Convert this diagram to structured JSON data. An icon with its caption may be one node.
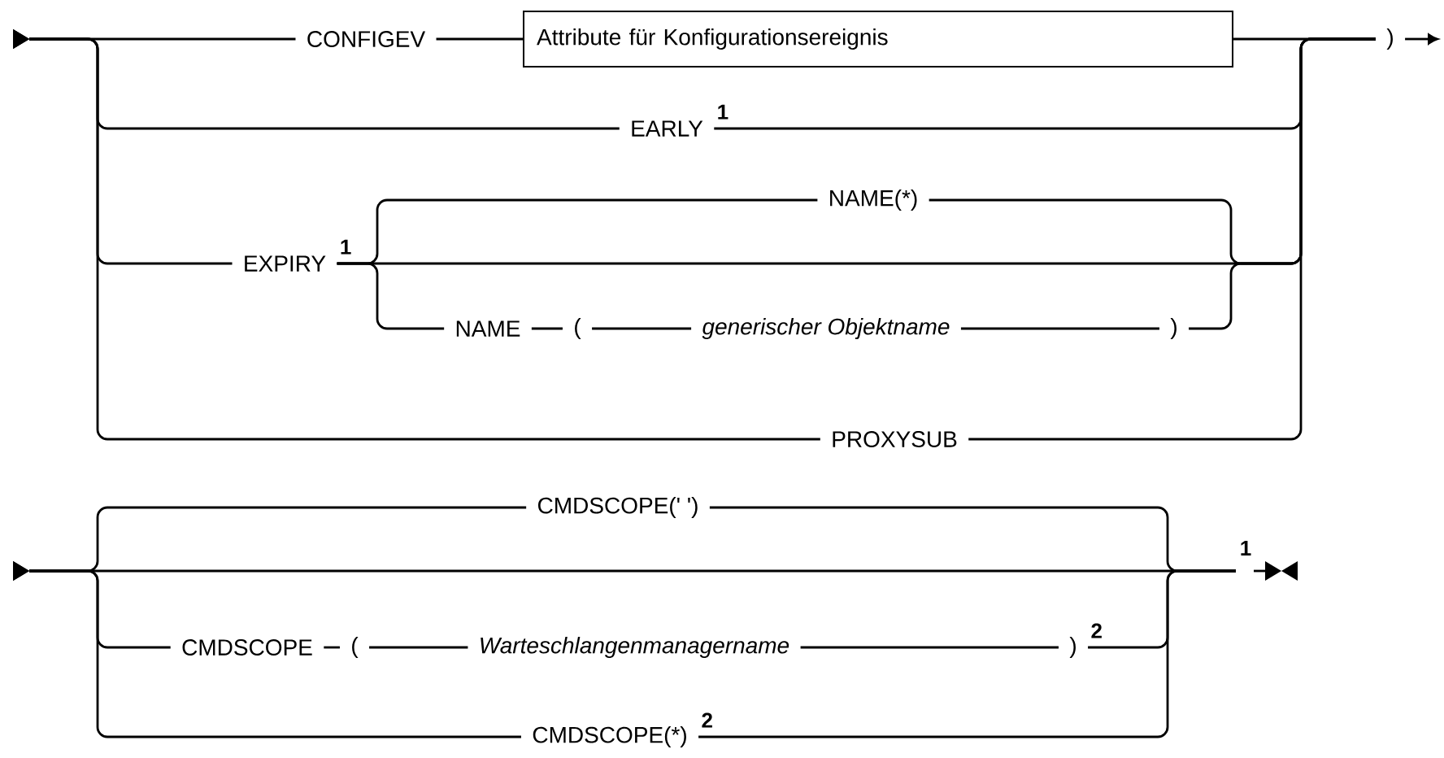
{
  "diagram": {
    "nodes": [
      {
        "text": [
          "CONFIGEV"
        ]
      },
      {
        "text": [
          "Attribute für Konfigurationsereignis"
        ]
      },
      {
        "text": [
          "EARLY"
        ],
        "beside": [
          "1"
        ]
      },
      {
        "text": [
          "EXPIRY"
        ],
        "beside": [
          "1"
        ]
      },
      {
        "text": [
          "NAME(*)"
        ]
      },
      {
        "text": [
          "NAME"
        ]
      },
      {
        "text": [
          "("
        ]
      },
      {
        "text": [
          "generischer Objektname"
        ]
      },
      {
        "text": [
          ")"
        ]
      },
      {
        "text": [
          "PROXYSUB"
        ]
      },
      {
        "text": [
          ")"
        ]
      },
      {
        "text": [
          "CMDSCOPE(' ')"
        ]
      },
      {
        "text": [
          "CMDSCOPE"
        ]
      },
      {
        "text": [
          "("
        ]
      },
      {
        "text": [
          "Warteschlangenmanagername"
        ]
      },
      {
        "text": [
          ")"
        ],
        "beside": [
          "2"
        ]
      },
      {
        "text": [
          "CMDSCOPE(*)"
        ],
        "beside": [
          "2"
        ]
      }
    ],
    "edges": [
      {
        "from": 0,
        "to": 1,
        "arrow": "none"
      },
      {
        "from": 5,
        "to": 6,
        "arrow": "none"
      },
      {
        "from": 6,
        "to": 7,
        "arrow": "none"
      },
      {
        "from": 7,
        "to": 8,
        "arrow": "none"
      },
      {
        "from": 12,
        "to": 13,
        "arrow": "none"
      },
      {
        "from": 13,
        "to": 14,
        "arrow": "none"
      },
      {
        "from": 14,
        "to": 15,
        "arrow": "none"
      },
      {
        "from": null,
        "to": 0,
        "arrow": "to"
      },
      {
        "from": null,
        "to": 2,
        "arrow": "to"
      },
      {
        "from": null,
        "to": 3,
        "arrow": "to"
      },
      {
        "from": null,
        "to": 9,
        "arrow": "to"
      },
      {
        "from": 1,
        "to": 10,
        "arrow": "none"
      },
      {
        "from": 2,
        "to": 10,
        "arrow": "none"
      },
      {
        "from": 3,
        "to": 10,
        "arrow": "none"
      },
      {
        "from": 9,
        "to": 10,
        "arrow": "none"
      },
      {
        "from": 3,
        "to": 4,
        "arrow": "none"
      },
      {
        "from": 3,
        "to": 5,
        "arrow": "none"
      },
      {
        "from": 4,
        "to": 10,
        "arrow": "none"
      },
      {
        "from": 8,
        "to": 10,
        "arrow": "none"
      },
      {
        "from": 10,
        "to": null,
        "arrow": "to"
      },
      {
        "from": null,
        "to": 11,
        "arrow": "to"
      },
      {
        "from": null,
        "to": 12,
        "arrow": "to"
      },
      {
        "from": null,
        "to": 16,
        "arrow": "to"
      },
      {
        "from": 11,
        "to": null,
        "arrow": "none"
      },
      {
        "from": 15,
        "to": null,
        "arrow": "none"
      },
      {
        "from": 16,
        "to": null,
        "arrow": "none"
      }
    ],
    "labels": [
      "1"
    ]
  }
}
